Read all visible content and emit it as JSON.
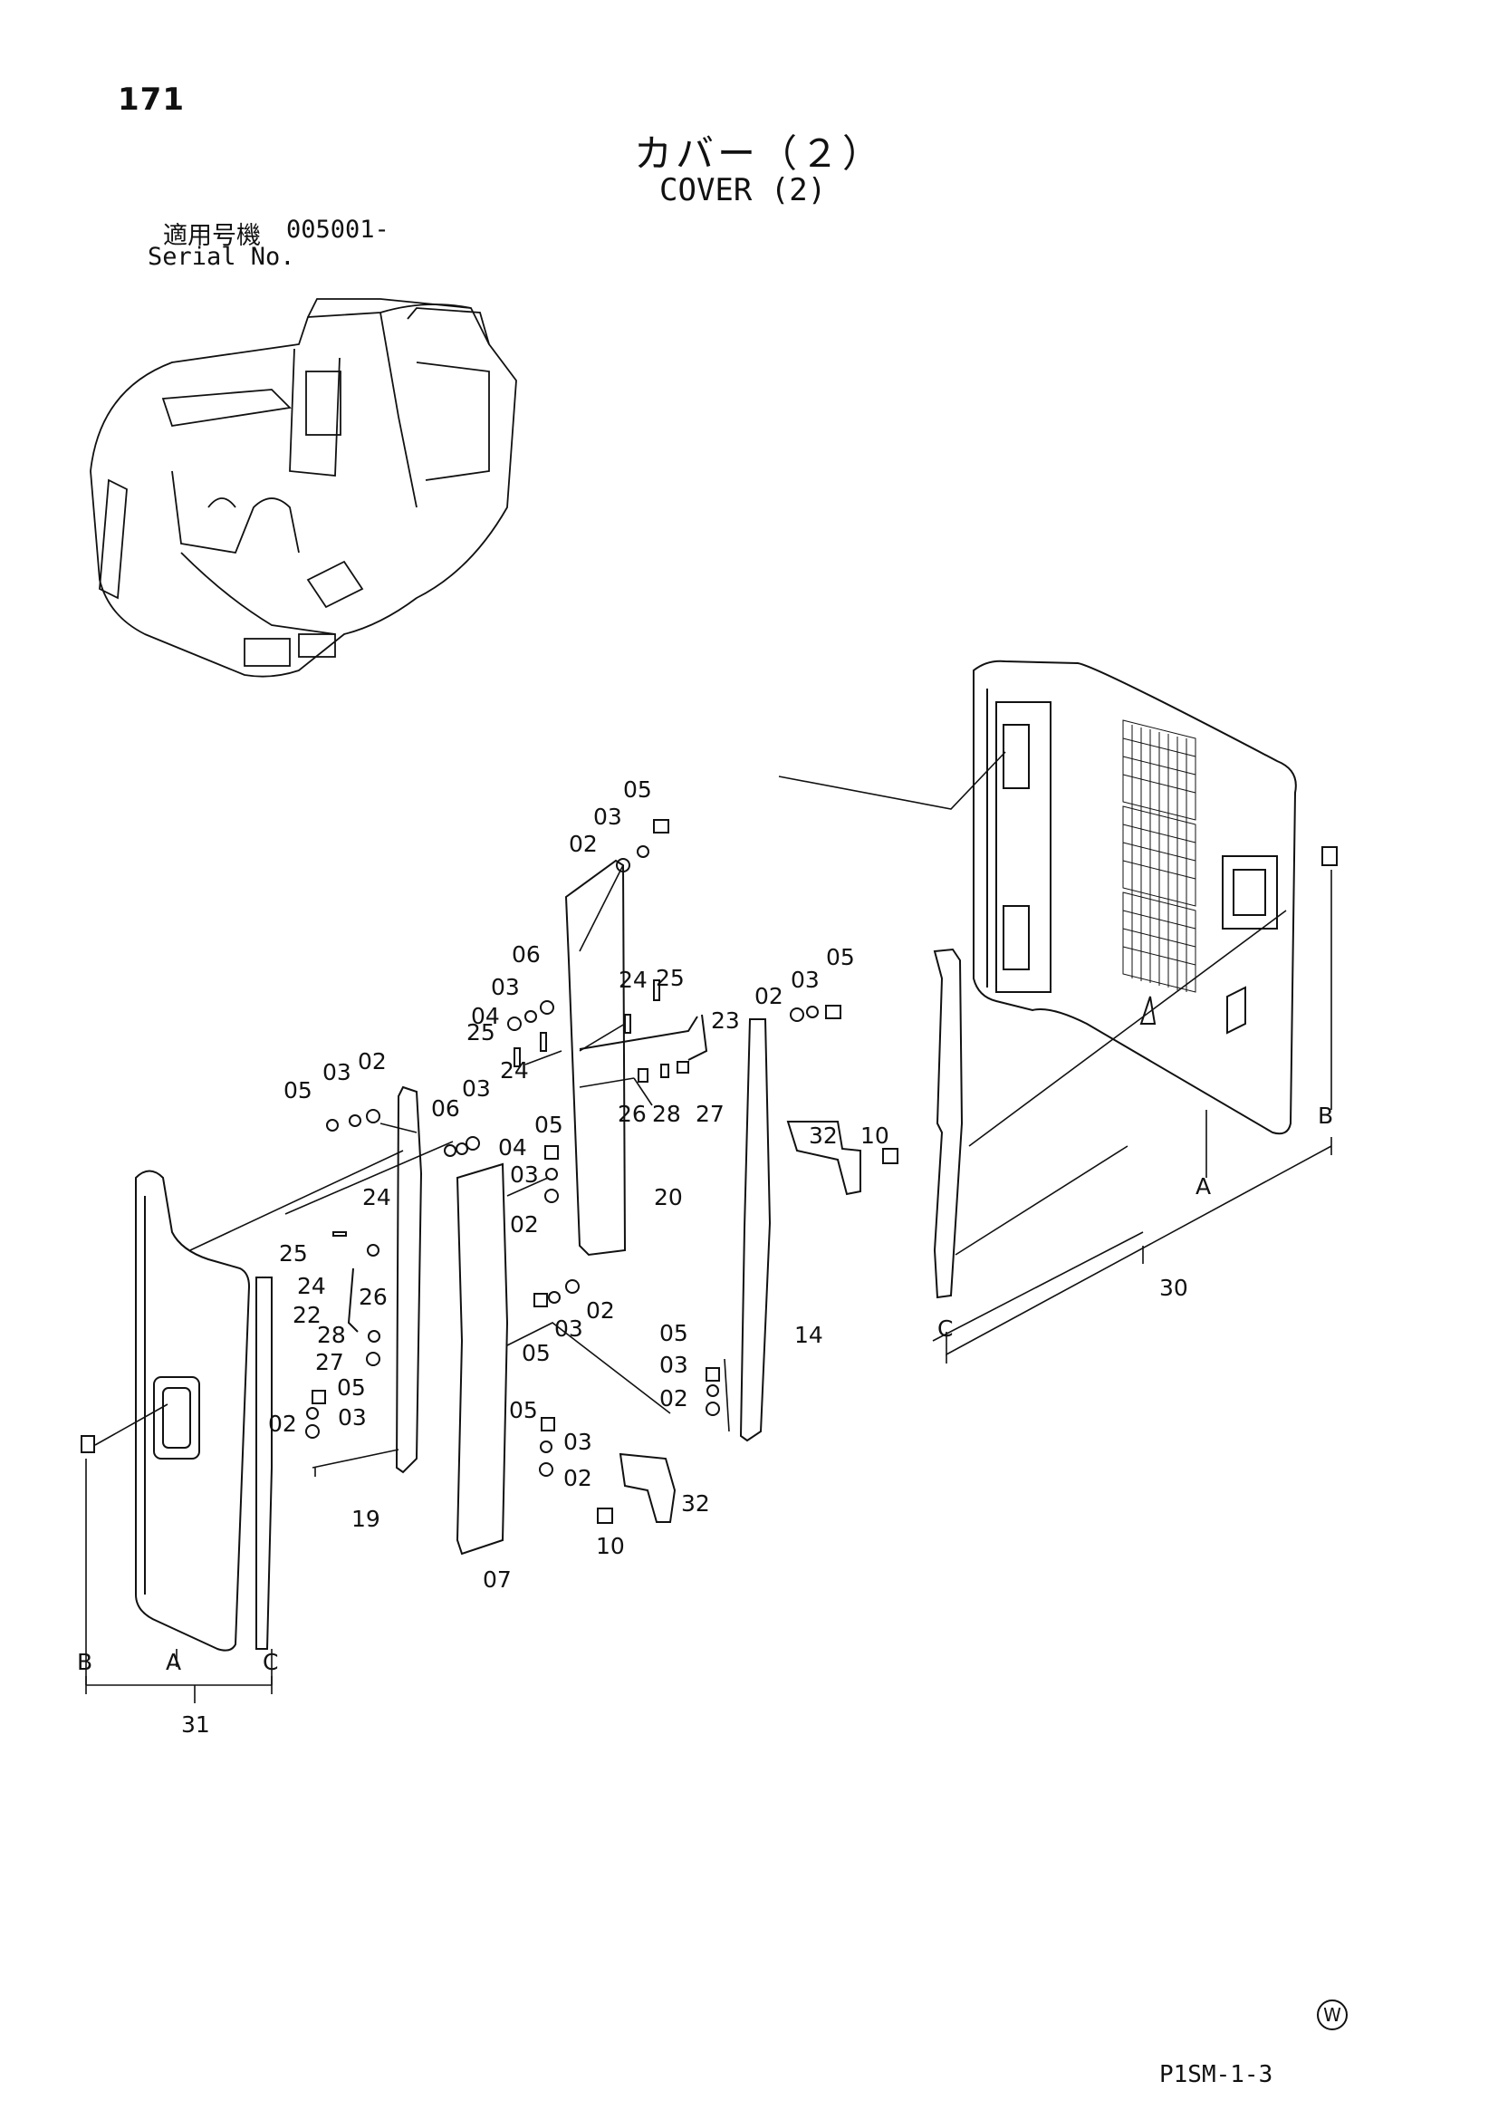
{
  "header": {
    "page_number": "171",
    "title_jp": "カバー（２）",
    "title_en": "COVER (2)",
    "serial_label_jp": "適用号機",
    "serial_value": "005001-",
    "serial_label_en": "Serial No."
  },
  "footer": {
    "code": "P1SM-1-3",
    "mark": "W"
  },
  "part_labels": [
    "05",
    "03",
    "02",
    "06",
    "03",
    "04",
    "24",
    "25",
    "23",
    "02",
    "03",
    "05",
    "25",
    "24",
    "26",
    "28",
    "27",
    "05",
    "03",
    "02",
    "06",
    "03",
    "04",
    "05",
    "03",
    "02",
    "20",
    "32",
    "10",
    "24",
    "25",
    "24",
    "22",
    "26",
    "28",
    "27",
    "05",
    "03",
    "02",
    "02",
    "03",
    "05",
    "19",
    "05",
    "03",
    "02",
    "05",
    "03",
    "02",
    "32",
    "10",
    "07",
    "14",
    "B",
    "A",
    "C",
    "30",
    "B",
    "A",
    "C",
    "31"
  ]
}
